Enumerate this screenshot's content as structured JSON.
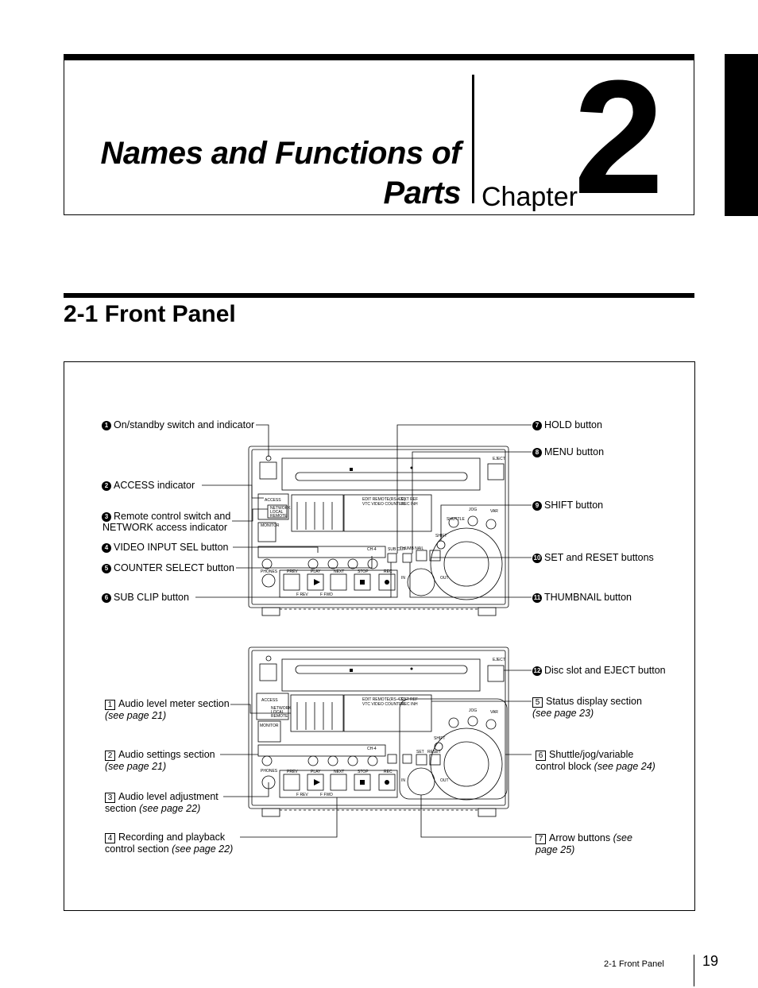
{
  "chapter": {
    "title_line1": "Names and Functions of",
    "title_line2": "Parts",
    "word": "Chapter",
    "number": "2"
  },
  "section": {
    "title": "2-1 Front Panel"
  },
  "upper_callouts": {
    "c1": {
      "marker": "1",
      "text": "On/standby switch and indicator"
    },
    "c2": {
      "marker": "2",
      "text": "ACCESS indicator"
    },
    "c3": {
      "marker": "3",
      "line1": "Remote control switch and",
      "line2": "NETWORK access indicator"
    },
    "c4": {
      "marker": "4",
      "text": "VIDEO INPUT SEL button"
    },
    "c5": {
      "marker": "5",
      "text": "COUNTER SELECT button"
    },
    "c6": {
      "marker": "6",
      "text": "SUB CLIP button"
    },
    "c7": {
      "marker": "7",
      "text": "HOLD button"
    },
    "c8": {
      "marker": "8",
      "text": "MENU button"
    },
    "c9": {
      "marker": "9",
      "text": "SHIFT button"
    },
    "c10": {
      "marker": "10",
      "text": "SET and RESET buttons"
    },
    "c11": {
      "marker": "11",
      "text": "THUMBNAIL button"
    },
    "c12": {
      "marker": "12",
      "text": "Disc slot and EJECT button"
    }
  },
  "lower_callouts": {
    "s1": {
      "marker": "1",
      "line1": "Audio level meter section",
      "ref": "(see page 21)"
    },
    "s2": {
      "marker": "2",
      "line1": "Audio settings section",
      "ref": "(see page 21)"
    },
    "s3": {
      "marker": "3",
      "line1": "Audio level adjustment",
      "line2": "section",
      "ref": "(see page 22)"
    },
    "s4": {
      "marker": "4",
      "line1": "Recording and playback",
      "line2": "control section",
      "ref": "(see page 22)"
    },
    "s5": {
      "marker": "5",
      "line1": "Status display section",
      "ref": "(see page 23)"
    },
    "s6": {
      "marker": "6",
      "line1": "Shuttle/jog/variable",
      "line2": "control block",
      "ref": "(see page 24)"
    },
    "s7": {
      "marker": "7",
      "line1": "Arrow buttons",
      "ref1": "(see",
      "ref2": "page 25)"
    }
  },
  "panel": {
    "eject": "EJECT",
    "access": "ACCESS",
    "monitor": "MONITOR",
    "network": "NETWORK",
    "local": "LOCAL",
    "remote": "REMOTE",
    "phones": "PHONES",
    "prev": "PREV",
    "play": "PLAY",
    "next": "NEXT",
    "stop": "STOP",
    "rec": "REC",
    "f_rev": "F REV",
    "f_fwd": "F FWD",
    "sub_clip": "SUB CLIP",
    "thumbnail": "THUMB NAIL",
    "set": "SET",
    "reset": "RESET",
    "shift": "SHIFT",
    "jog": "JOG",
    "var": "VAR",
    "shuttle": "SHUTTLE",
    "in": "IN",
    "out": "OUT",
    "ch4": "CH-4",
    "edit_remote": "EDIT REMOTE(RS-422)",
    "vtc_counter": "VTC VIDEO COUNTER",
    "ext_ref": "EXT REF",
    "rec_inh": "REC INH"
  },
  "footer": {
    "section": "2-1 Front Panel",
    "page": "19"
  }
}
